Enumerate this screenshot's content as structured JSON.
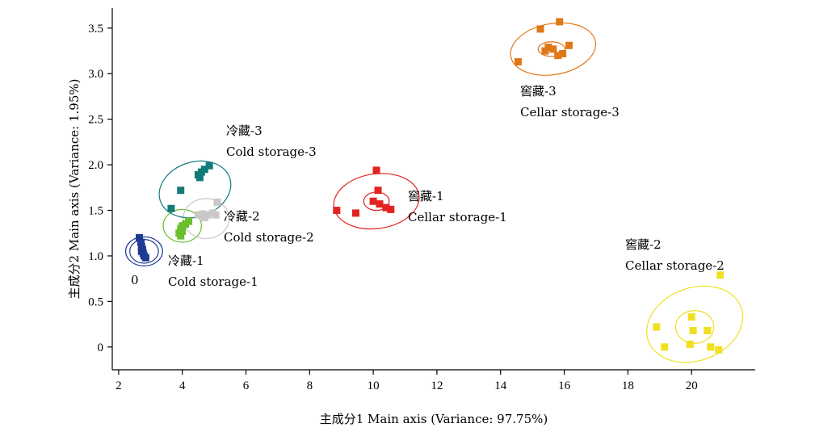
{
  "chart_data": {
    "type": "scatter",
    "title": "",
    "xlabel": "主成分1 Main axis (Variance: 97.75%)",
    "ylabel": "主成分2 Main axis (Variance: 1.95%)",
    "xlim": [
      1.8,
      22
    ],
    "ylim": [
      -0.25,
      3.72
    ],
    "xticks": [
      2,
      4,
      6,
      8,
      10,
      12,
      14,
      16,
      18,
      20
    ],
    "yticks": [
      0,
      0.5,
      1.0,
      1.5,
      2.0,
      2.5,
      3.0,
      3.5
    ],
    "ytick_labels": [
      "0",
      "0.5",
      "1.0",
      "1.5",
      "2.0",
      "2.5",
      "3.0",
      "3.5"
    ],
    "grid": false,
    "series": [
      {
        "name": "0",
        "label_lines": [
          "0"
        ],
        "color": "#1f3a93",
        "points": [
          [
            2.65,
            1.2
          ],
          [
            2.7,
            1.15
          ],
          [
            2.72,
            1.1
          ],
          [
            2.75,
            1.07
          ],
          [
            2.77,
            1.03
          ],
          [
            2.8,
            1.0
          ],
          [
            2.85,
            0.98
          ],
          [
            2.72,
            1.05
          ]
        ],
        "ellipse": {
          "cx": 2.8,
          "cy": 1.05,
          "rx": 0.58,
          "ry": 0.16,
          "angle": 0
        },
        "ellipse_inner": {
          "cx": 2.8,
          "cy": 1.05,
          "rx": 0.45,
          "ry": 0.13,
          "angle": 0
        }
      },
      {
        "name": "冷藏-1 Cold storage-1",
        "label_lines": [
          "冷藏-1",
          "Cold storage-1"
        ],
        "color": "#6abf2e",
        "points": [
          [
            3.9,
            1.25
          ],
          [
            3.95,
            1.3
          ],
          [
            4.0,
            1.33
          ],
          [
            4.1,
            1.35
          ],
          [
            4.2,
            1.38
          ],
          [
            4.0,
            1.27
          ],
          [
            3.95,
            1.22
          ]
        ],
        "ellipse": {
          "cx": 4.0,
          "cy": 1.33,
          "rx": 0.6,
          "ry": 0.18,
          "angle": 0
        },
        "ellipse_inner": null
      },
      {
        "name": "冷藏-2 Cold storage-2",
        "label_lines": [
          "冷藏-2",
          "Cold storage-2"
        ],
        "color": "#c8c8c8",
        "points": [
          [
            4.5,
            1.45
          ],
          [
            4.65,
            1.46
          ],
          [
            4.8,
            1.45
          ],
          [
            4.95,
            1.47
          ],
          [
            5.05,
            1.45
          ],
          [
            5.1,
            1.59
          ],
          [
            4.7,
            1.42
          ]
        ],
        "ellipse": {
          "cx": 4.75,
          "cy": 1.41,
          "rx": 0.72,
          "ry": 0.22,
          "angle": 0
        },
        "ellipse_inner": null
      },
      {
        "name": "冷藏-3 Cold storage-3",
        "label_lines": [
          "冷藏-3",
          "Cold storage-3"
        ],
        "color": "#137a7a",
        "points": [
          [
            3.65,
            1.52
          ],
          [
            3.95,
            1.72
          ],
          [
            4.5,
            1.89
          ],
          [
            4.6,
            1.92
          ],
          [
            4.7,
            1.95
          ],
          [
            4.85,
            1.99
          ],
          [
            4.55,
            1.86
          ]
        ],
        "ellipse": {
          "cx": 4.4,
          "cy": 1.73,
          "rx": 1.15,
          "ry": 0.3,
          "angle": 18
        },
        "ellipse_inner": null
      },
      {
        "name": "窖藏-1 Cellar storage-1",
        "label_lines": [
          "窖藏-1",
          "Cellar storage-1"
        ],
        "color": "#e32222",
        "points": [
          [
            8.85,
            1.5
          ],
          [
            9.45,
            1.47
          ],
          [
            10.0,
            1.6
          ],
          [
            10.1,
            1.94
          ],
          [
            10.15,
            1.72
          ],
          [
            10.2,
            1.57
          ],
          [
            10.4,
            1.53
          ],
          [
            10.55,
            1.51
          ]
        ],
        "ellipse": {
          "cx": 10.1,
          "cy": 1.6,
          "rx": 1.35,
          "ry": 0.3,
          "angle": 8
        },
        "ellipse_inner": {
          "cx": 10.1,
          "cy": 1.6,
          "rx": 0.4,
          "ry": 0.1,
          "angle": 0
        }
      },
      {
        "name": "窖藏-2 Cellar storage-2",
        "label_lines": [
          "窖藏-2",
          "Cellar storage-2"
        ],
        "color": "#f0e020",
        "points": [
          [
            18.9,
            0.22
          ],
          [
            19.15,
            0.0
          ],
          [
            19.95,
            0.03
          ],
          [
            20.0,
            0.33
          ],
          [
            20.05,
            0.18
          ],
          [
            20.5,
            0.18
          ],
          [
            20.6,
            0.0
          ],
          [
            20.85,
            -0.03
          ],
          [
            20.9,
            0.79
          ]
        ],
        "ellipse": {
          "cx": 20.1,
          "cy": 0.25,
          "rx": 1.55,
          "ry": 0.4,
          "angle": 20
        },
        "ellipse_inner": {
          "cx": 20.1,
          "cy": 0.22,
          "rx": 0.6,
          "ry": 0.18,
          "angle": 0
        }
      },
      {
        "name": "窖藏-3 Cellar storage-3",
        "label_lines": [
          "窖藏-3",
          "Cellar storage-3"
        ],
        "color": "#e07818",
        "points": [
          [
            14.55,
            3.13
          ],
          [
            15.25,
            3.49
          ],
          [
            15.4,
            3.25
          ],
          [
            15.5,
            3.29
          ],
          [
            15.65,
            3.27
          ],
          [
            15.8,
            3.2
          ],
          [
            15.85,
            3.57
          ],
          [
            15.95,
            3.22
          ],
          [
            16.15,
            3.31
          ]
        ],
        "ellipse": {
          "cx": 15.65,
          "cy": 3.27,
          "rx": 1.35,
          "ry": 0.28,
          "angle": 10
        },
        "ellipse_inner": {
          "cx": 15.6,
          "cy": 3.27,
          "rx": 0.42,
          "ry": 0.08,
          "angle": 0
        }
      }
    ]
  }
}
